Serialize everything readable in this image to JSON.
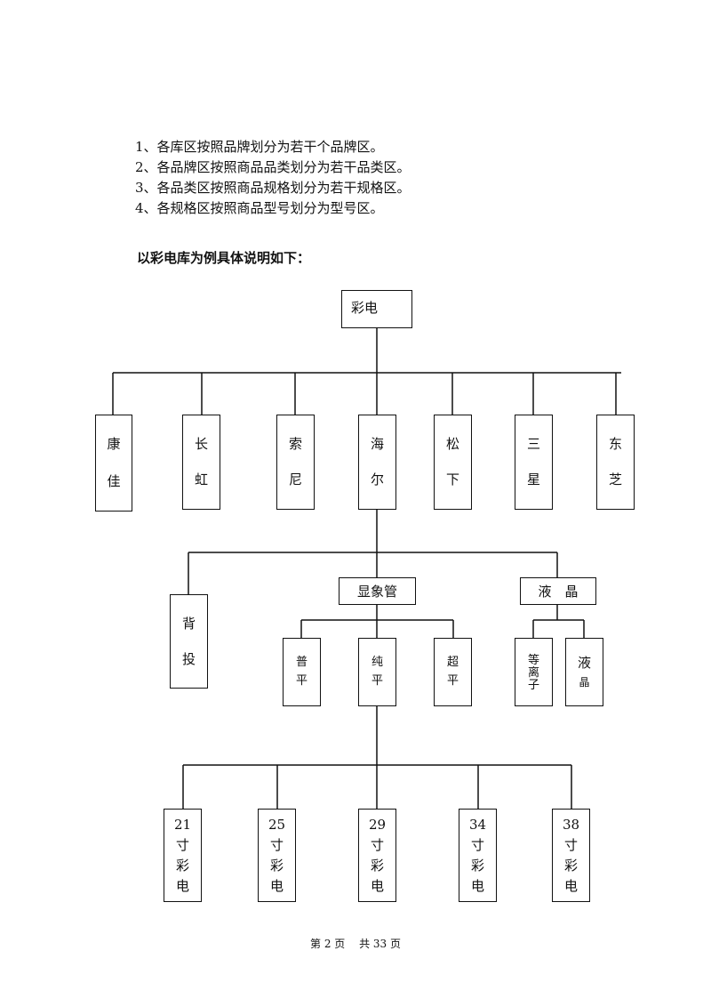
{
  "intro": [
    "1、各库区按照品牌划分为若干个品牌区。",
    "2、各品牌区按照商品品类划分为若干品类区。",
    "3、各品类区按照商品规格划分为若干规格区。",
    "4、各规格区按照商品型号划分为型号区。"
  ],
  "heading": "以彩电库为例具体说明如下：",
  "chart": {
    "root": "彩电",
    "brands": [
      [
        "康",
        "佳"
      ],
      [
        "长",
        "虹"
      ],
      [
        "索",
        "尼"
      ],
      [
        "海",
        "尔"
      ],
      [
        "松",
        "下"
      ],
      [
        "三",
        "星"
      ],
      [
        "东",
        "芝"
      ]
    ],
    "categories": {
      "rear_projection": [
        "背",
        "投"
      ],
      "crt": "显象管",
      "lcd": "液　晶"
    },
    "crt_types": [
      [
        "普",
        "平"
      ],
      [
        "纯",
        "平"
      ],
      [
        "超",
        "平"
      ]
    ],
    "lcd_types": [
      [
        "等",
        "离",
        "子"
      ],
      [
        "液",
        "晶"
      ]
    ],
    "sizes": [
      [
        "21",
        "寸",
        "彩",
        "电"
      ],
      [
        "25",
        "寸",
        "彩",
        "电"
      ],
      [
        "29",
        "寸",
        "彩",
        "电"
      ],
      [
        "34",
        "寸",
        "彩",
        "电"
      ],
      [
        "38",
        "寸",
        "彩",
        "电"
      ]
    ]
  },
  "footer": {
    "page": "第 2 页",
    "total": "共 33 页"
  }
}
